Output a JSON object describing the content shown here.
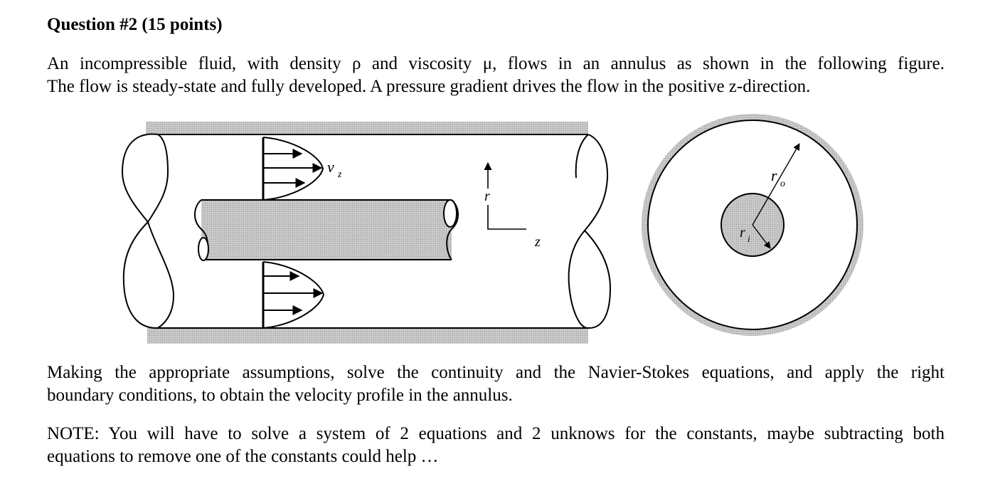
{
  "question": {
    "heading": "Question #2 (15 points)"
  },
  "intro": {
    "line1": "An incompressible fluid, with density ρ and viscosity μ, flows in an annulus as shown in the following figure.",
    "line2": "The flow is steady-state and fully developed.  A pressure gradient drives the flow in the positive z-direction."
  },
  "figure": {
    "velocity_label": "v",
    "velocity_subscript": "z",
    "r_axis_label": "r",
    "z_axis_label": "z",
    "outer_radius_label": "r",
    "outer_radius_subscript": "o",
    "inner_radius_label": "r",
    "inner_radius_subscript": "i"
  },
  "task": {
    "line1": "Making the appropriate assumptions, solve the continuity and the Navier-Stokes equations, and apply the right",
    "line2": "boundary conditions, to obtain the velocity profile in the annulus."
  },
  "note": {
    "line1": "NOTE: You will have to solve a system of 2 equations and 2 unknows for the constants, maybe subtracting both",
    "line2": "equations to remove one of the constants could help …"
  }
}
